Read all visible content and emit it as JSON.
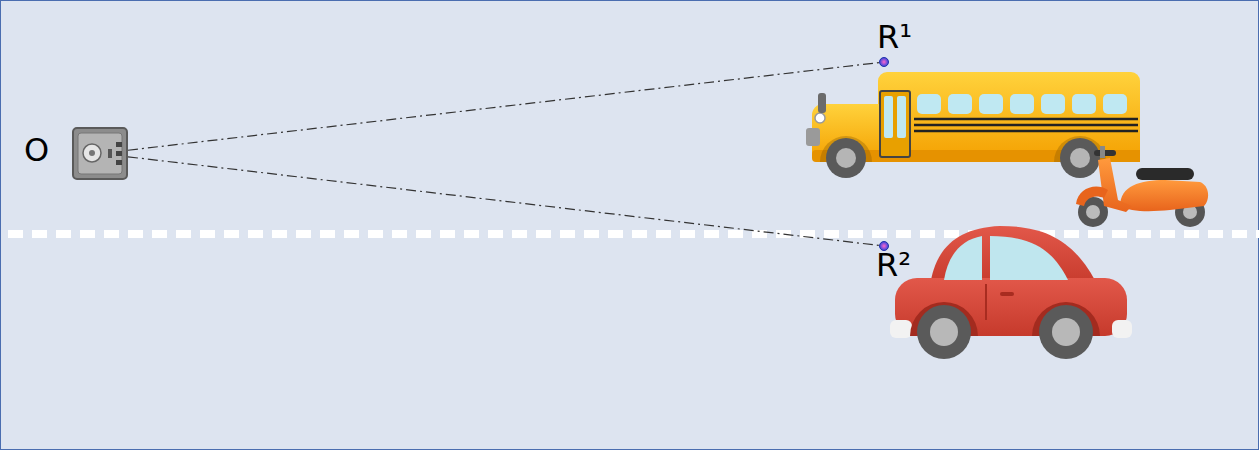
{
  "diagram": {
    "nodes": [
      {
        "text": [
          "O"
        ]
      },
      {
        "text": [
          "R¹"
        ]
      },
      {
        "text": [
          "R²"
        ]
      }
    ],
    "edges": [
      {
        "from": 0,
        "to": 1,
        "arrow": "none"
      },
      {
        "from": 0,
        "to": 2,
        "arrow": "none"
      }
    ]
  }
}
